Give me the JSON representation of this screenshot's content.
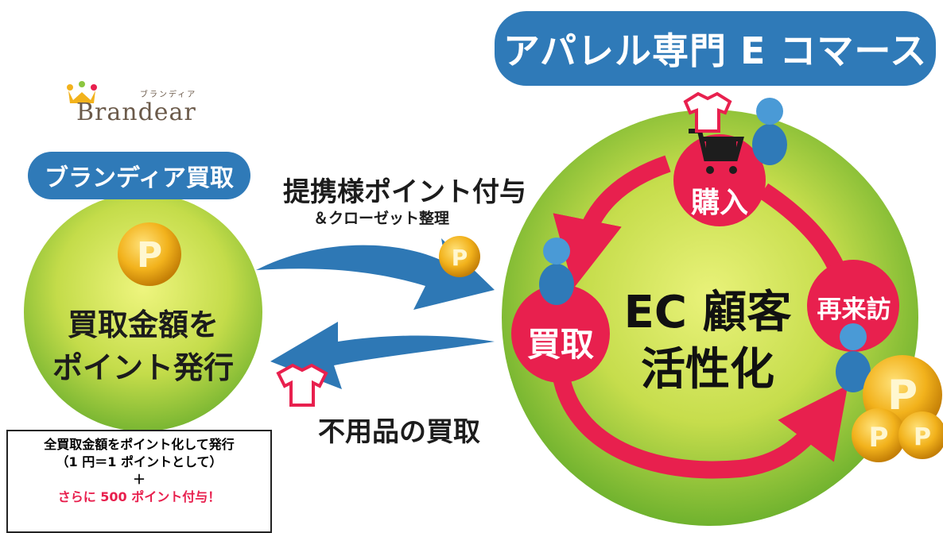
{
  "header": {
    "title": "アパレル専門 E コマース"
  },
  "logo": {
    "name": "Brandear",
    "kana": "ブランディア"
  },
  "brandear": {
    "pill": "ブランディア買取",
    "circle_line1": "買取金額を",
    "circle_line2": "ポイント発行"
  },
  "arrows": {
    "top_label": "提携様ポイント付与",
    "top_sublabel": "＆クローゼット整理",
    "bottom_label": "不用品の買取"
  },
  "cycle": {
    "center_line1": "EC 顧客",
    "center_line2": "活性化",
    "node_buy": "購入",
    "node_revisit": "再来訪",
    "node_sell": "買取"
  },
  "note": {
    "line1": "全買取金額をポイント化して発行",
    "line2": "（1 円＝1 ポイントとして）",
    "line3": "＋",
    "line4": "さらに 500 ポイント付与！"
  },
  "coin_symbol": "P",
  "colors": {
    "pill_blue": "#2f7ab8",
    "arrow_blue": "#2e78b5",
    "green": "#8cc63f",
    "cycle_pink": "#e8204e",
    "coin_gold": "#f2b21c"
  }
}
